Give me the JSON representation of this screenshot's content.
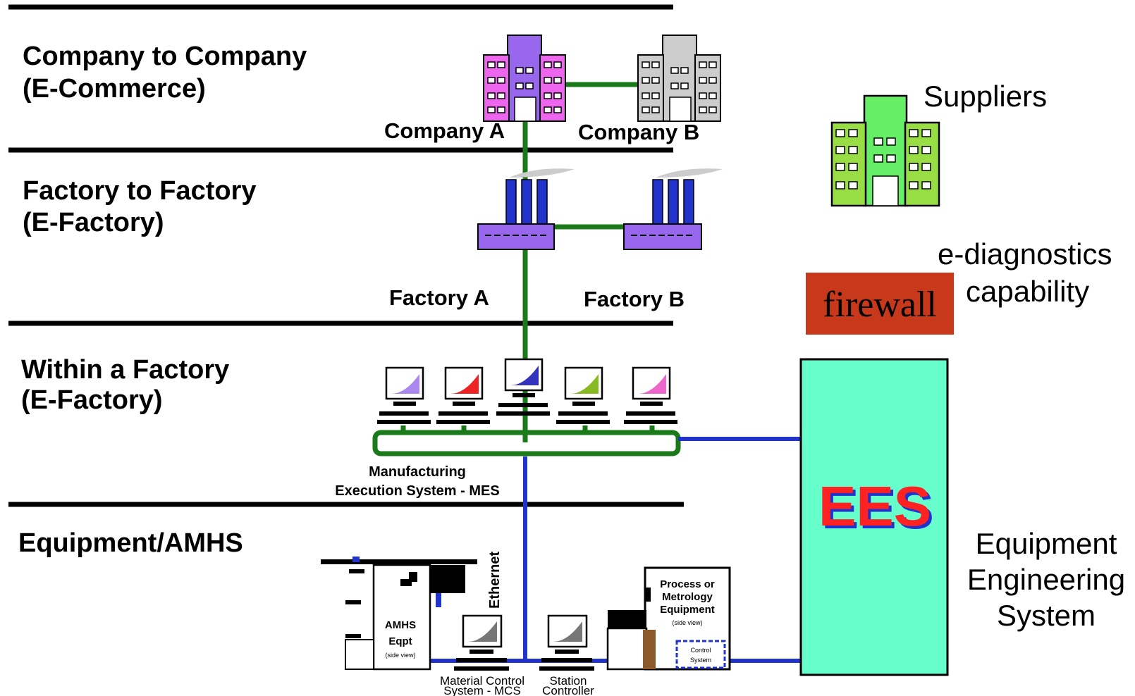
{
  "levels": {
    "company": {
      "line1": "Company to Company",
      "line2": "(E-Commerce)"
    },
    "factory": {
      "line1": "Factory to Factory",
      "line2": "(E-Factory)"
    },
    "within": {
      "line1": "Within a Factory",
      "line2": "(E-Factory)"
    },
    "equipment": {
      "line1": "Equipment/AMHS"
    }
  },
  "nodes": {
    "company_a": "Company A",
    "company_b": "Company B",
    "factory_a": "Factory A",
    "factory_b": "Factory B",
    "mes_line1": "Manufacturing",
    "mes_line2": "Execution System - MES",
    "ethernet": "Ethernet",
    "amhs_line1": "AMHS",
    "amhs_line2": "Eqpt",
    "amhs_line3": "(side view)",
    "mcs_line1": "Material Control",
    "mcs_line2": "System - MCS",
    "station_line1": "Station",
    "station_line2": "Controller",
    "proc_line1": "Process or",
    "proc_line2": "Metrology",
    "proc_line3": "Equipment",
    "proc_line4": "(side view)",
    "control_line1": "Control",
    "control_line2": "System"
  },
  "right": {
    "suppliers": "Suppliers",
    "ediag_line1": "e-diagnostics",
    "ediag_line2": "capability",
    "firewall": "firewall",
    "ees": "EES",
    "ees_desc_line1": "Equipment",
    "ees_desc_line2": "Engineering",
    "ees_desc_line3": "System"
  },
  "colors": {
    "network_green": "#1a7a1a",
    "ethernet_blue": "#2233cc",
    "ees_fill": "#66ffcc",
    "ees_text": "#ff2222",
    "firewall_fill": "#c8381a",
    "company_a_fill": "#ee66ee",
    "company_b_fill": "#cccccc",
    "supplier_fill": "#99dd44",
    "factory_fill": "#9966ee"
  }
}
